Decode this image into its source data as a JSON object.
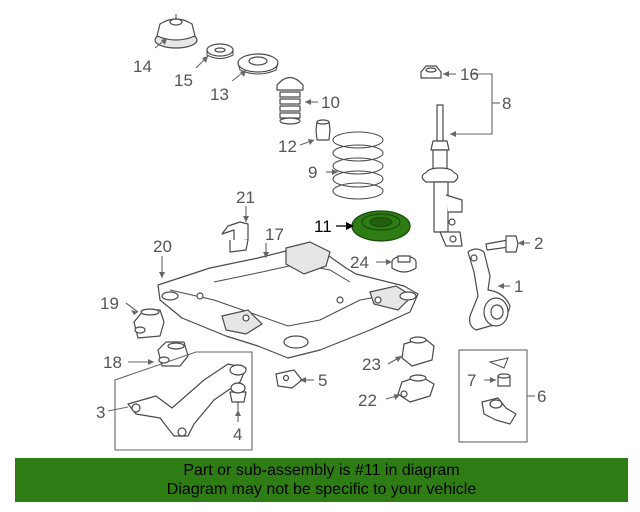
{
  "colors": {
    "highlight_part": "#2e7d14",
    "footer_background": "#2e7d14",
    "line_art": "#4a4a4a"
  },
  "callouts": [
    {
      "number": "14"
    },
    {
      "number": "15"
    },
    {
      "number": "13"
    },
    {
      "number": "10"
    },
    {
      "number": "12"
    },
    {
      "number": "9"
    },
    {
      "number": "11",
      "highlighted": true
    },
    {
      "number": "16"
    },
    {
      "number": "8"
    },
    {
      "number": "2"
    },
    {
      "number": "1"
    },
    {
      "number": "21"
    },
    {
      "number": "20"
    },
    {
      "number": "17"
    },
    {
      "number": "24"
    },
    {
      "number": "19"
    },
    {
      "number": "18"
    },
    {
      "number": "3"
    },
    {
      "number": "4"
    },
    {
      "number": "5"
    },
    {
      "number": "23"
    },
    {
      "number": "22"
    },
    {
      "number": "7"
    },
    {
      "number": "6"
    }
  ],
  "highlighted_part": "11",
  "footer": {
    "line1": "Part or sub-assembly is #11 in diagram",
    "line2": "Diagram may not be specific to your vehicle"
  }
}
